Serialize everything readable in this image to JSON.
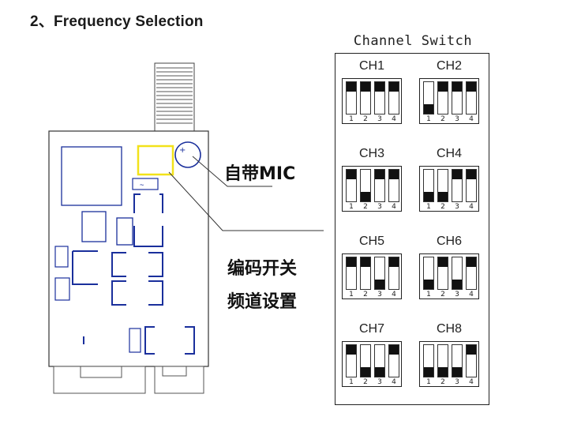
{
  "heading": "2、Frequency Selection",
  "board": {
    "label_mic": "自带MIC",
    "label_dip_line1": "编码开关",
    "label_dip_line2": "频道设置"
  },
  "channel_switch": {
    "title": "Channel Switch",
    "pin_numbers": [
      "1",
      "2",
      "3",
      "4"
    ],
    "channels": [
      {
        "name": "CH1",
        "switches": [
          "up",
          "up",
          "up",
          "up"
        ]
      },
      {
        "name": "CH2",
        "switches": [
          "down",
          "up",
          "up",
          "up"
        ]
      },
      {
        "name": "CH3",
        "switches": [
          "up",
          "down",
          "up",
          "up"
        ]
      },
      {
        "name": "CH4",
        "switches": [
          "down",
          "down",
          "up",
          "up"
        ]
      },
      {
        "name": "CH5",
        "switches": [
          "up",
          "up",
          "down",
          "up"
        ]
      },
      {
        "name": "CH6",
        "switches": [
          "down",
          "up",
          "down",
          "up"
        ]
      },
      {
        "name": "CH7",
        "switches": [
          "up",
          "down",
          "down",
          "up"
        ]
      },
      {
        "name": "CH8",
        "switches": [
          "down",
          "down",
          "down",
          "up"
        ]
      }
    ]
  },
  "colors": {
    "mic_highlight": "#f2e21a",
    "component_outline": "#1a2f9c",
    "board_outline": "#333333"
  }
}
